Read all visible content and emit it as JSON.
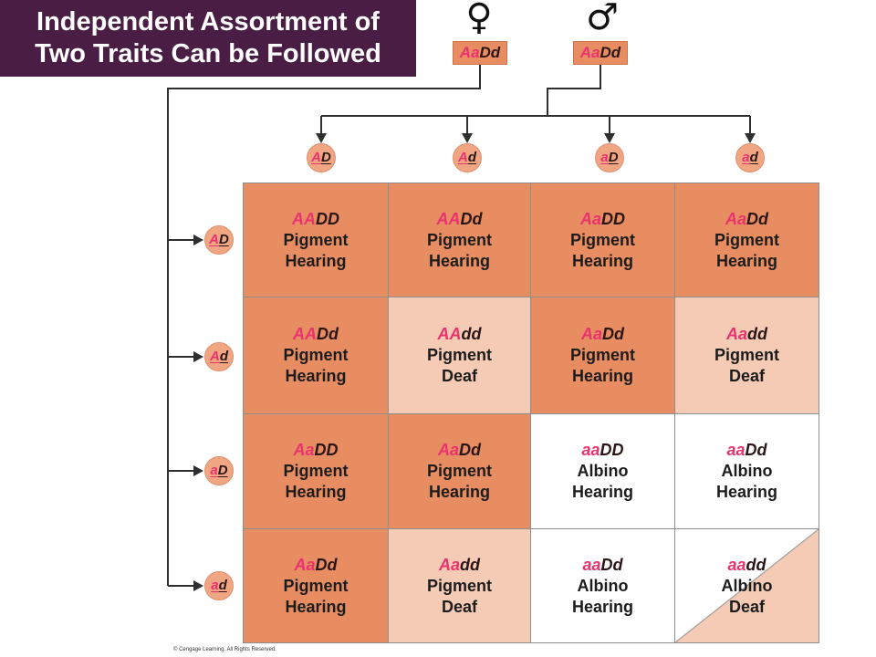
{
  "title": {
    "line1": "Independent Assortment of",
    "line2": "Two Traits Can be Followed"
  },
  "parents": {
    "female": {
      "symbol": "♀",
      "genotype_a": "Aa",
      "genotype_d": "Dd"
    },
    "male": {
      "symbol": "♂",
      "genotype_a": "Aa",
      "genotype_d": "Dd"
    }
  },
  "gametes": {
    "top": [
      {
        "a_allele": "A",
        "d_allele": "D"
      },
      {
        "a_allele": "A",
        "d_allele": "d"
      },
      {
        "a_allele": "a",
        "d_allele": "D"
      },
      {
        "a_allele": "a",
        "d_allele": "d"
      }
    ],
    "left": [
      {
        "a_allele": "A",
        "d_allele": "D"
      },
      {
        "a_allele": "A",
        "d_allele": "d"
      },
      {
        "a_allele": "a",
        "d_allele": "D"
      },
      {
        "a_allele": "a",
        "d_allele": "d"
      }
    ]
  },
  "grid": {
    "rows": [
      {
        "cells": [
          {
            "genotype_a": "AA",
            "genotype_d": "DD",
            "pigmentation": "Pigment",
            "hearing": "Hearing"
          },
          {
            "genotype_a": "AA",
            "genotype_d": "Dd",
            "pigmentation": "Pigment",
            "hearing": "Hearing"
          },
          {
            "genotype_a": "Aa",
            "genotype_d": "DD",
            "pigmentation": "Pigment",
            "hearing": "Hearing"
          },
          {
            "genotype_a": "Aa",
            "genotype_d": "Dd",
            "pigmentation": "Pigment",
            "hearing": "Hearing"
          }
        ]
      },
      {
        "cells": [
          {
            "genotype_a": "AA",
            "genotype_d": "Dd",
            "pigmentation": "Pigment",
            "hearing": "Hearing"
          },
          {
            "genotype_a": "AA",
            "genotype_d": "dd",
            "pigmentation": "Pigment",
            "hearing": "Deaf"
          },
          {
            "genotype_a": "Aa",
            "genotype_d": "Dd",
            "pigmentation": "Pigment",
            "hearing": "Hearing"
          },
          {
            "genotype_a": "Aa",
            "genotype_d": "dd",
            "pigmentation": "Pigment",
            "hearing": "Deaf"
          }
        ]
      },
      {
        "cells": [
          {
            "genotype_a": "Aa",
            "genotype_d": "DD",
            "pigmentation": "Pigment",
            "hearing": "Hearing"
          },
          {
            "genotype_a": "Aa",
            "genotype_d": "Dd",
            "pigmentation": "Pigment",
            "hearing": "Hearing"
          },
          {
            "genotype_a": "aa",
            "genotype_d": "DD",
            "pigmentation": "Albino",
            "hearing": "Hearing"
          },
          {
            "genotype_a": "aa",
            "genotype_d": "Dd",
            "pigmentation": "Albino",
            "hearing": "Hearing"
          }
        ]
      },
      {
        "cells": [
          {
            "genotype_a": "Aa",
            "genotype_d": "Dd",
            "pigmentation": "Pigment",
            "hearing": "Hearing"
          },
          {
            "genotype_a": "Aa",
            "genotype_d": "dd",
            "pigmentation": "Pigment",
            "hearing": "Deaf"
          },
          {
            "genotype_a": "aa",
            "genotype_d": "Dd",
            "pigmentation": "Albino",
            "hearing": "Hearing"
          },
          {
            "genotype_a": "aa",
            "genotype_d": "dd",
            "pigmentation": "Albino",
            "hearing": "Deaf"
          }
        ]
      }
    ]
  },
  "colors": {
    "title_background": "#4a1d45",
    "pigment_hearing_cell": "#e88c62",
    "pigment_deaf_cell": "#f5cbb5",
    "albino_cell": "#ffffff",
    "allele_a_text": "#e8336e",
    "allele_d_text": "#2a1616",
    "gamete_fill": "#f0a583"
  },
  "copyright": "© Cengage Learning. All Rights Reserved."
}
